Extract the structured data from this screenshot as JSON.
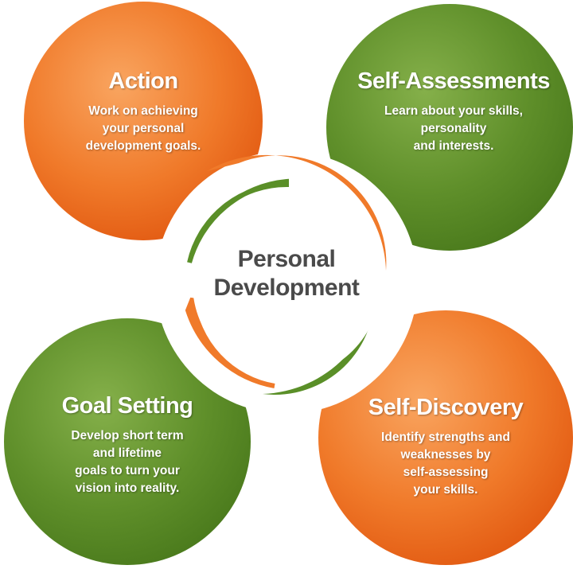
{
  "center": {
    "line1": "Personal",
    "line2": "Development"
  },
  "nodes": [
    {
      "title": "Action",
      "lines": [
        "Work on achieving",
        "your personal",
        "development goals."
      ],
      "color": "#f07a2a"
    },
    {
      "title": "Self-Assessments",
      "lines": [
        "Learn about your skills,",
        "personality",
        "and interests."
      ],
      "color": "#5f8f2a"
    },
    {
      "title": "Goal Setting",
      "lines": [
        "Develop short term",
        "and lifetime",
        "goals to turn your",
        "vision into reality."
      ],
      "color": "#5f8f2a"
    },
    {
      "title": "Self-Discovery",
      "lines": [
        "Identify strengths and",
        "weaknesses by",
        "self-assessing",
        "your skills."
      ],
      "color": "#f07a2a"
    }
  ]
}
